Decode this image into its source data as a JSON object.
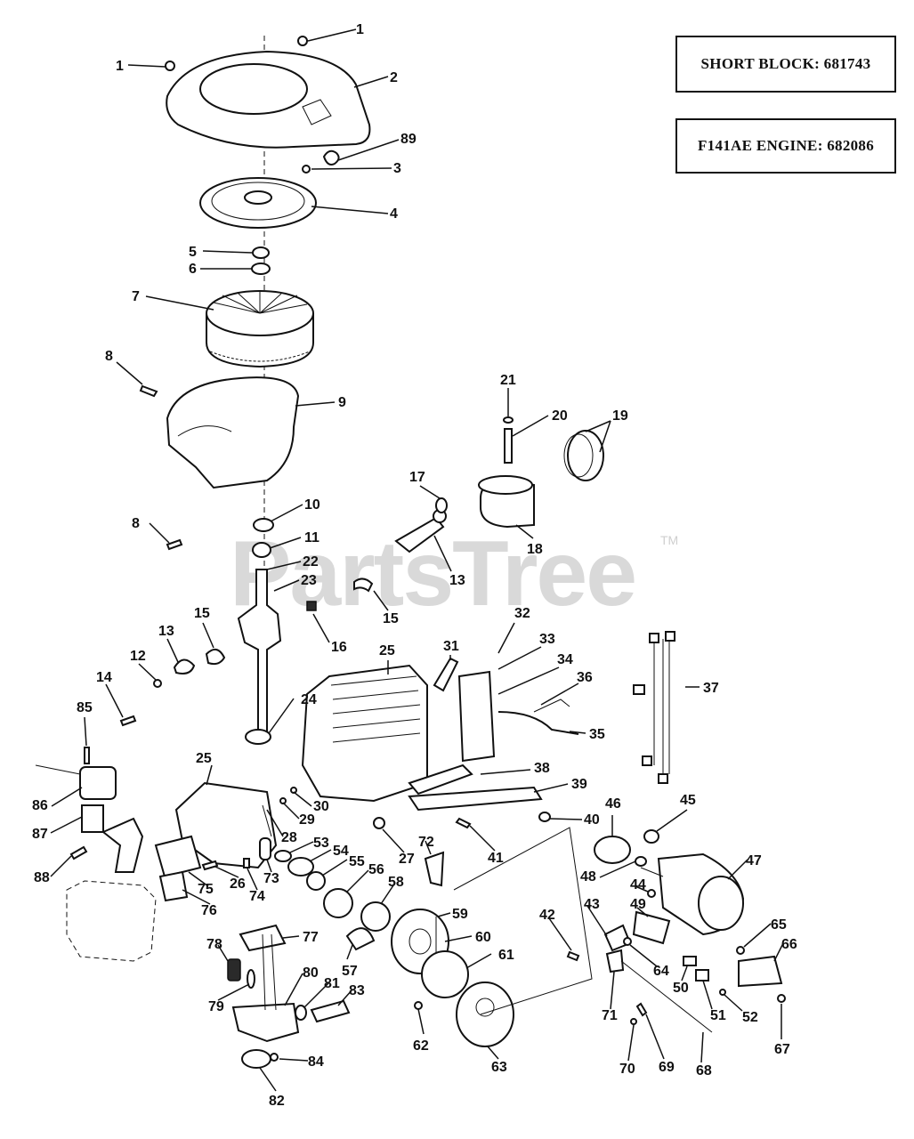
{
  "info_boxes": [
    {
      "label": "SHORT BLOCK:",
      "value": "681743"
    },
    {
      "label": "F141AE ENGINE:",
      "value": "682086"
    }
  ],
  "watermark": {
    "text": "PartsTree",
    "tm": "TM"
  },
  "callouts": [
    "1",
    "1",
    "2",
    "89",
    "3",
    "4",
    "5",
    "6",
    "7",
    "8",
    "9",
    "10",
    "8",
    "11",
    "22",
    "23",
    "16",
    "21",
    "20",
    "19",
    "17",
    "18",
    "13",
    "15",
    "15",
    "13",
    "12",
    "14",
    "85",
    "86",
    "87",
    "88",
    "25",
    "31",
    "32",
    "33",
    "34",
    "36",
    "35",
    "37",
    "25",
    "24",
    "30",
    "29",
    "28",
    "38",
    "39",
    "40",
    "41",
    "46",
    "45",
    "27",
    "26",
    "75",
    "76",
    "74",
    "73",
    "53",
    "54",
    "55",
    "56",
    "58",
    "59",
    "60",
    "61",
    "62",
    "63",
    "72",
    "42",
    "43",
    "44",
    "48",
    "47",
    "49",
    "50",
    "51",
    "52",
    "64",
    "65",
    "66",
    "67",
    "71",
    "70",
    "69",
    "68",
    "57",
    "77",
    "78",
    "79",
    "80",
    "81",
    "82",
    "83",
    "84"
  ]
}
